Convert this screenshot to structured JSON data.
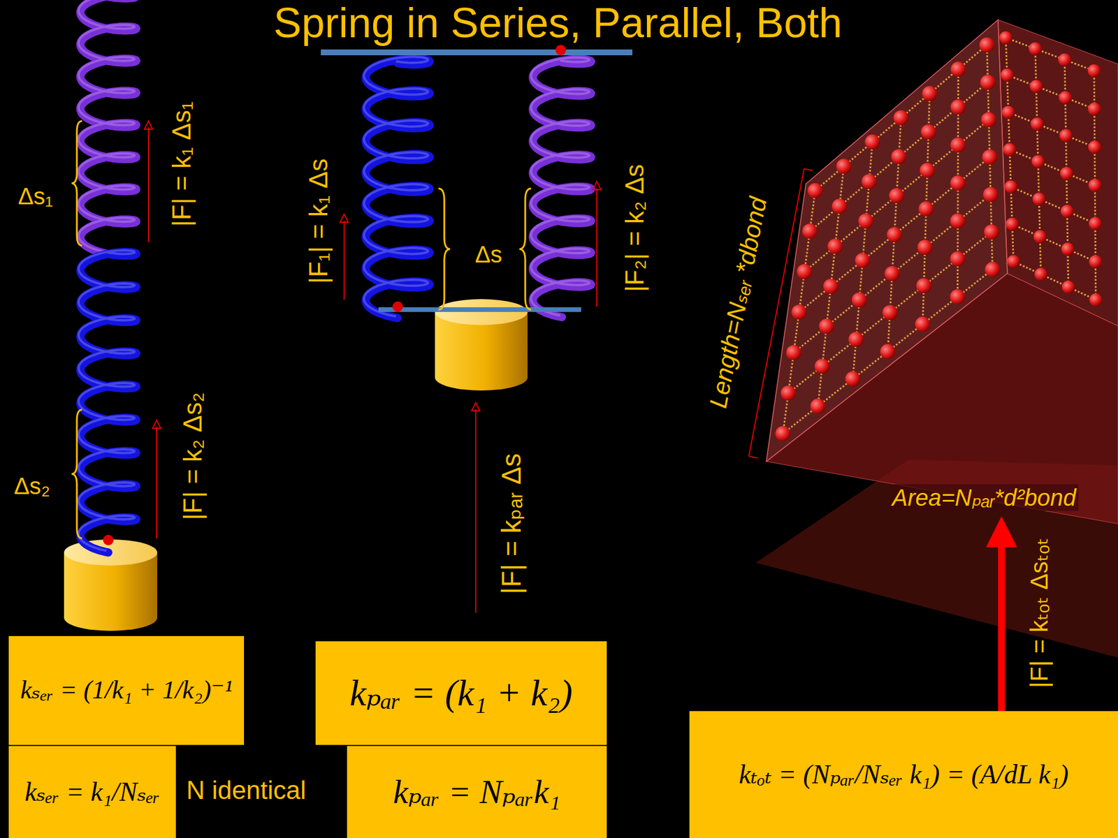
{
  "diagram": {
    "title": "Spring in Series, Parallel, Both",
    "nodes": [
      {
        "text": [
          "kₛₑᵣ = (1/k₁ + 1/k₂)⁻¹"
        ]
      },
      {
        "text": [
          "kₚₐᵣ = (k₁ + k₂)"
        ]
      },
      {
        "text": [
          "kₛₑᵣ = k₁/Nₛₑᵣ"
        ]
      },
      {
        "text": [
          "kₚₐᵣ = Nₚₐᵣk₁"
        ]
      },
      {
        "text": [
          "kₜₒₜ = (Nₚₐᵣ/Nₛₑᵣ k₁) = (A/dL k₁)"
        ]
      }
    ],
    "labels": [
      "Δs₁",
      "|F| = k₁ Δs₁",
      "Δs₂",
      "|F| = k₂ Δs₂",
      "|F₁| = k₁ Δs",
      "Δs",
      "|F₂| = k₂ Δs",
      "|F| = kₚₐᵣ Δs",
      "Length=Nₛₑᵣ *dbond",
      "Area=Nₚₐᵣ*d²bond",
      "|F| = kₜₒₜ Δsₜₒₜ",
      "N identical"
    ]
  }
}
